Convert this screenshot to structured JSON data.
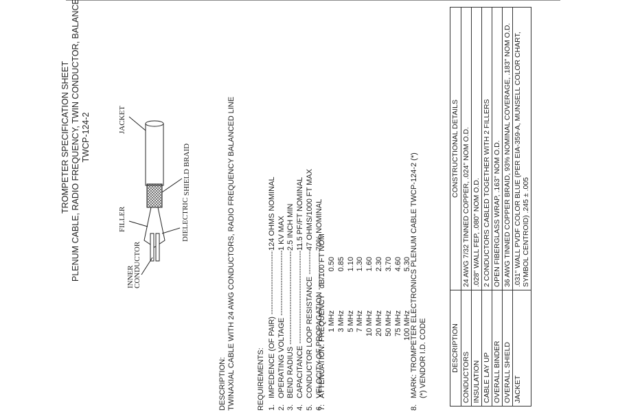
{
  "title": {
    "line1": "TROMPETER SPECIFICATION SHEET",
    "line2": "PLENUM CABLE, RADIO FREQUENCY, TWIN CONDUCTOR, BALANCED LINE",
    "line3": "TWCP-124-2"
  },
  "diagram_labels": {
    "jacket": "JACKET",
    "shield_braid": "SHIELD BRAID",
    "filler": "FILLER",
    "dielectric": "DIELECTRIC",
    "inner_conductor_1": "INNER",
    "inner_conductor_2": "CONDUCTOR"
  },
  "description": {
    "label": "DESCRIPTION:",
    "text": "TWINAXIAL CABLE WITH 24 AWG CONDUCTORS, RADIO FREQUENCY BALANCED LINE"
  },
  "requirements": {
    "label": "REQUIREMENTS:",
    "items": [
      {
        "num": "1.",
        "label": "IMPEDENCE (OF PAIR)",
        "value": "124 OHMS NOMINAL"
      },
      {
        "num": "2.",
        "label": "OPERATING VOLTAGE",
        "value": "1 KV MAX"
      },
      {
        "num": "3.",
        "label": "BEND RADIUS",
        "value": "2.5 INCH MIN"
      },
      {
        "num": "4.",
        "label": "CAPACITANCE",
        "value": "11.5 PF/FT NOMINAL"
      },
      {
        "num": "5.",
        "label": "CONDUCTOR LOOP RESISTANCE",
        "value": "47 OHMS/1000 FT MAX"
      },
      {
        "num": "6.",
        "label": "VELOCITY OF PROPAGATION",
        "value": "70% NOMINAL"
      }
    ],
    "attenuation": {
      "num": "7.",
      "label": "ATTENUATION: FREQUENCY",
      "unit": "dB/100 FT NOM",
      "rows": [
        {
          "f": "1 MHz",
          "d": "0.50"
        },
        {
          "f": "3 MHz",
          "d": "0.85"
        },
        {
          "f": "5 MHz",
          "d": "1.10"
        },
        {
          "f": "7 MHz",
          "d": "1.30"
        },
        {
          "f": "10 MHz",
          "d": "1.60"
        },
        {
          "f": "20 MHz",
          "d": "2.30"
        },
        {
          "f": "50 MHz",
          "d": "3.70"
        },
        {
          "f": "75 MHz",
          "d": "4.60"
        },
        {
          "f": "100 MHz",
          "d": "5.30"
        }
      ]
    },
    "mark": {
      "num": "8.",
      "line1": "MARK: TROMPETER ELECTRONICS PLENUM CABLE TWCP-124-2 (*)",
      "line2": "(*) VENDOR I.D. CODE"
    }
  },
  "table": {
    "headers": [
      "DESCRIPTION",
      "CONSTRUCTIONAL DETAILS"
    ],
    "rows": [
      {
        "desc": "CONDUCTORS",
        "detail": "24 AWG 7/32 TINNED COPPER, .024\" NOM O.D."
      },
      {
        "desc": "INSULATION",
        "detail": ".028\" WALL FEP, .080\" NOM O.D."
      },
      {
        "desc": "CABLE LAY UP",
        "detail": "2 CONDUCTORS CABLED TOGETHER WITH 2 FILLERS"
      },
      {
        "desc": "OVERALL BINDER",
        "detail": "OPEN FIBERGLASS WRAP, .163\" NOM O.D."
      },
      {
        "desc": "OVERALL SHIELD",
        "detail": "36 AWG TINNED COPPER BRAID, 93% NOMINAL COVERAGE, .183\" NOM O.D."
      },
      {
        "desc": "JACKET",
        "detail": ".031\" WALL PVDF COLOR BLUE (PER EIA-359-A, MUNSELL COLOR CHART, SYMBOL CENTROID) .245 ± .005"
      }
    ]
  }
}
